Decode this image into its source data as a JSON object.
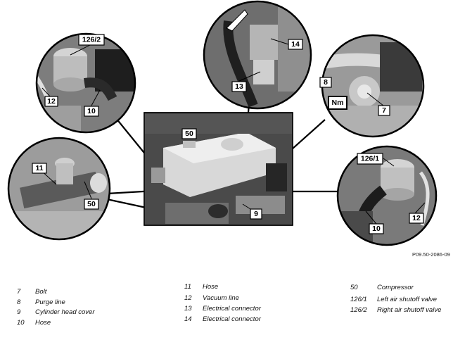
{
  "reference_code": "P09.50-2086-09",
  "callouts": {
    "c1262": "126/2",
    "c12a": "12",
    "c10a": "10",
    "c14": "14",
    "c13": "13",
    "c8": "8",
    "cnm": "Nm",
    "c7": "7",
    "c50a": "50",
    "c11": "11",
    "c50b": "50",
    "c9": "9",
    "c1261": "126/1",
    "c10b": "10",
    "c12b": "12"
  },
  "legend": {
    "col1": [
      {
        "num": "7",
        "label": "Bolt"
      },
      {
        "num": "8",
        "label": "Purge line"
      },
      {
        "num": "9",
        "label": "Cylinder head cover"
      },
      {
        "num": "10",
        "label": "Hose"
      }
    ],
    "col2": [
      {
        "num": "11",
        "label": "Hose"
      },
      {
        "num": "12",
        "label": "Vacuum line"
      },
      {
        "num": "13",
        "label": "Electrical connector"
      },
      {
        "num": "14",
        "label": "Electrical connector"
      }
    ],
    "col3": [
      {
        "num": "50",
        "label": "Compressor"
      },
      {
        "num": "126/1",
        "label": "Left air shutoff valve"
      },
      {
        "num": "126/2",
        "label": "Right air shutoff valve"
      }
    ]
  }
}
